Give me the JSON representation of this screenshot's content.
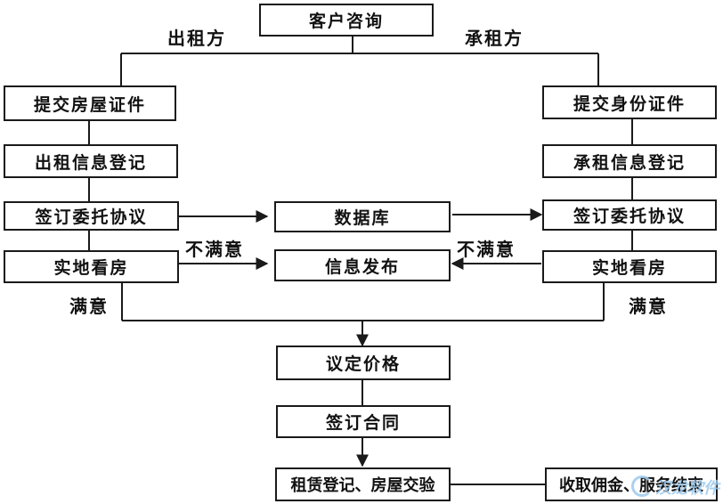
{
  "watermark": "汉龙软件",
  "labels": {
    "lessor": "出租方",
    "lessee": "承租方",
    "unsatisfied_left": "不满意",
    "unsatisfied_right": "不满意",
    "satisfied_left": "满意",
    "satisfied_right": "满意"
  },
  "nodes": {
    "consult": "客户咨询",
    "submit_house_docs": "提交房屋证件",
    "rent_out_register": "出租信息登记",
    "sign_delegation_left": "签订委托协议",
    "site_visit_left": "实地看房",
    "submit_id_docs": "提交身份证件",
    "rent_in_register": "承租信息登记",
    "sign_delegation_right": "签订委托协议",
    "site_visit_right": "实地看房",
    "database": "数据库",
    "info_publish": "信息发布",
    "negotiate_price": "议定价格",
    "sign_contract": "签订合同",
    "lease_register": "租赁登记、房屋交验",
    "collect_fee": "收取佣金、服务结束"
  }
}
